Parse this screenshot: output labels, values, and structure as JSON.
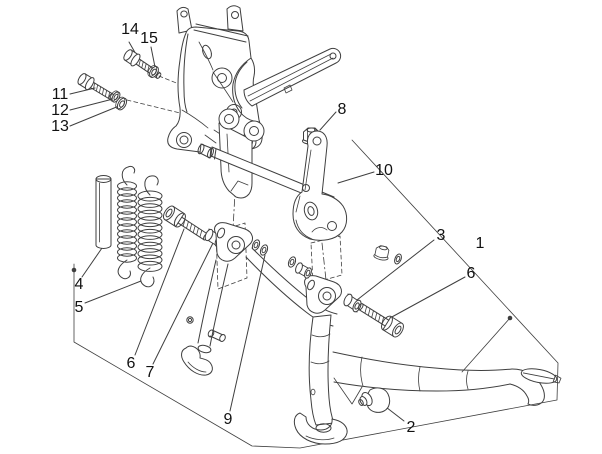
{
  "diagram": {
    "type": "exploded-parts-diagram",
    "colors": {
      "background": "#ffffff",
      "line": "#3f3f3f",
      "label_color": "#111111"
    },
    "callouts": [
      {
        "id": "c1",
        "label": "1"
      },
      {
        "id": "c2",
        "label": "2"
      },
      {
        "id": "c3",
        "label": "3"
      },
      {
        "id": "c4",
        "label": "4"
      },
      {
        "id": "c5",
        "label": "5"
      },
      {
        "id": "c6a",
        "label": "6"
      },
      {
        "id": "c6b",
        "label": "6"
      },
      {
        "id": "c7",
        "label": "7"
      },
      {
        "id": "c8",
        "label": "8"
      },
      {
        "id": "c9",
        "label": "9"
      },
      {
        "id": "c10",
        "label": "10"
      },
      {
        "id": "c11",
        "label": "11"
      },
      {
        "id": "c12",
        "label": "12"
      },
      {
        "id": "c13",
        "label": "13"
      },
      {
        "id": "c14",
        "label": "14"
      },
      {
        "id": "c15",
        "label": "15"
      }
    ]
  }
}
